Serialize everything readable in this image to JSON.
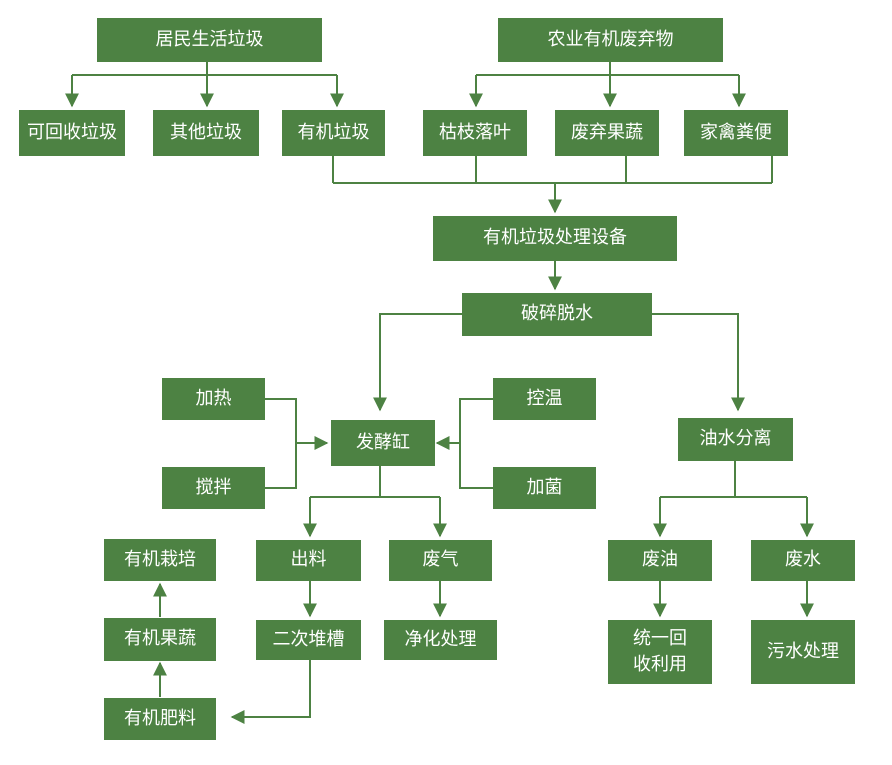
{
  "diagram": {
    "colors": {
      "box": "#4d8243",
      "line": "#4d8243",
      "text": "#ffffff"
    },
    "nodes": {
      "household_waste": "居民生活垃圾",
      "agri_waste": "农业有机废弃物",
      "recyclable": "可回收垃圾",
      "other_waste": "其他垃圾",
      "organic_waste": "有机垃圾",
      "dead_leaves": "枯枝落叶",
      "waste_produce": "废弃果蔬",
      "manure": "家禽粪便",
      "equipment": "有机垃圾处理设备",
      "crush_dewater": "破碎脱水",
      "heating": "加热",
      "stirring": "搅拌",
      "temp_control": "控温",
      "add_bacteria": "加菌",
      "fermenter": "发酵缸",
      "oil_water_sep": "油水分离",
      "organic_cultivation": "有机栽培",
      "organic_produce": "有机果蔬",
      "organic_fertilizer": "有机肥料",
      "discharge": "出料",
      "secondary_pile": "二次堆槽",
      "waste_gas": "废气",
      "purification": "净化处理",
      "waste_oil": "废油",
      "recycle_line1": "统一回",
      "recycle_line2": "收利用",
      "waste_water": "废水",
      "sewage_treatment": "污水处理"
    }
  }
}
